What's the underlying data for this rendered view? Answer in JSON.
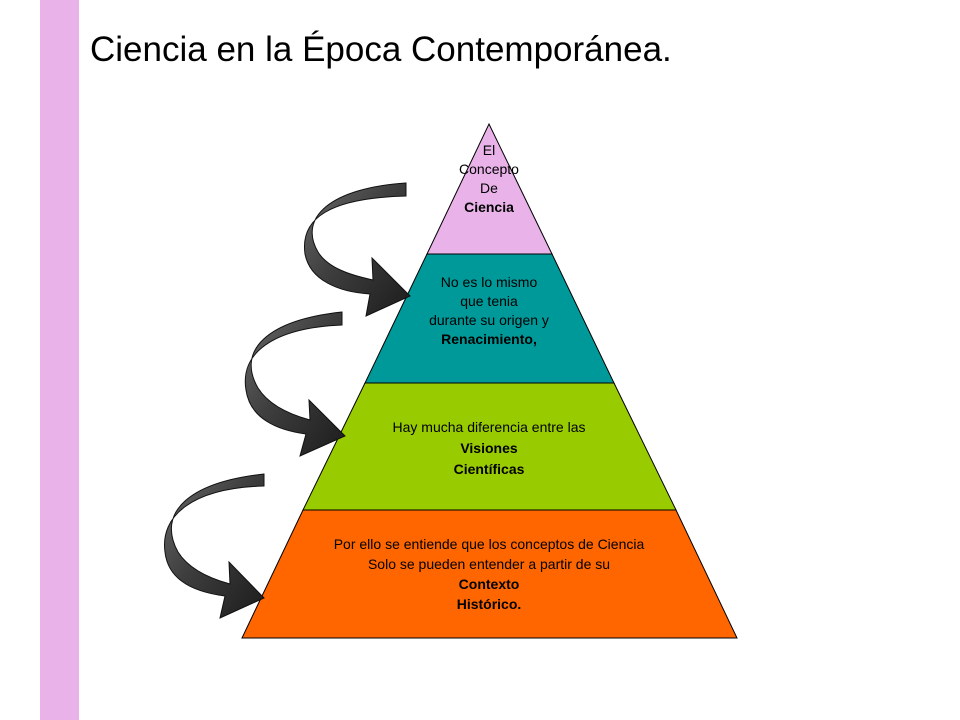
{
  "title": "Ciencia en la Época Contemporánea.",
  "pyramid": {
    "levels": [
      {
        "name": "level-1",
        "color": "#e9b3ea",
        "lines": [
          {
            "text": "El",
            "bold": false
          },
          {
            "text": "Concepto",
            "bold": false
          },
          {
            "text": "De",
            "bold": false
          },
          {
            "text": "Ciencia",
            "bold": true
          }
        ]
      },
      {
        "name": "level-2",
        "color": "#009999",
        "lines": [
          {
            "text": "No es lo mismo",
            "bold": false
          },
          {
            "text": "que tenia",
            "bold": false
          },
          {
            "text": "durante su origen y",
            "bold": false
          },
          {
            "text": "Renacimiento,",
            "bold": true
          }
        ]
      },
      {
        "name": "level-3",
        "color": "#99cc00",
        "lines": [
          {
            "text": "Hay mucha diferencia entre las",
            "bold": false
          },
          {
            "text": "Visiones",
            "bold": true
          },
          {
            "text": "Científicas",
            "bold": true
          }
        ]
      },
      {
        "name": "level-4",
        "color": "#ff6600",
        "lines": [
          {
            "text": "Por ello se entiende que los conceptos de Ciencia",
            "bold": false
          },
          {
            "text": "Solo se pueden entender a partir de su",
            "bold": false
          },
          {
            "text": "Contexto",
            "bold": true
          },
          {
            "text": "Histórico.",
            "bold": true
          }
        ]
      }
    ]
  }
}
